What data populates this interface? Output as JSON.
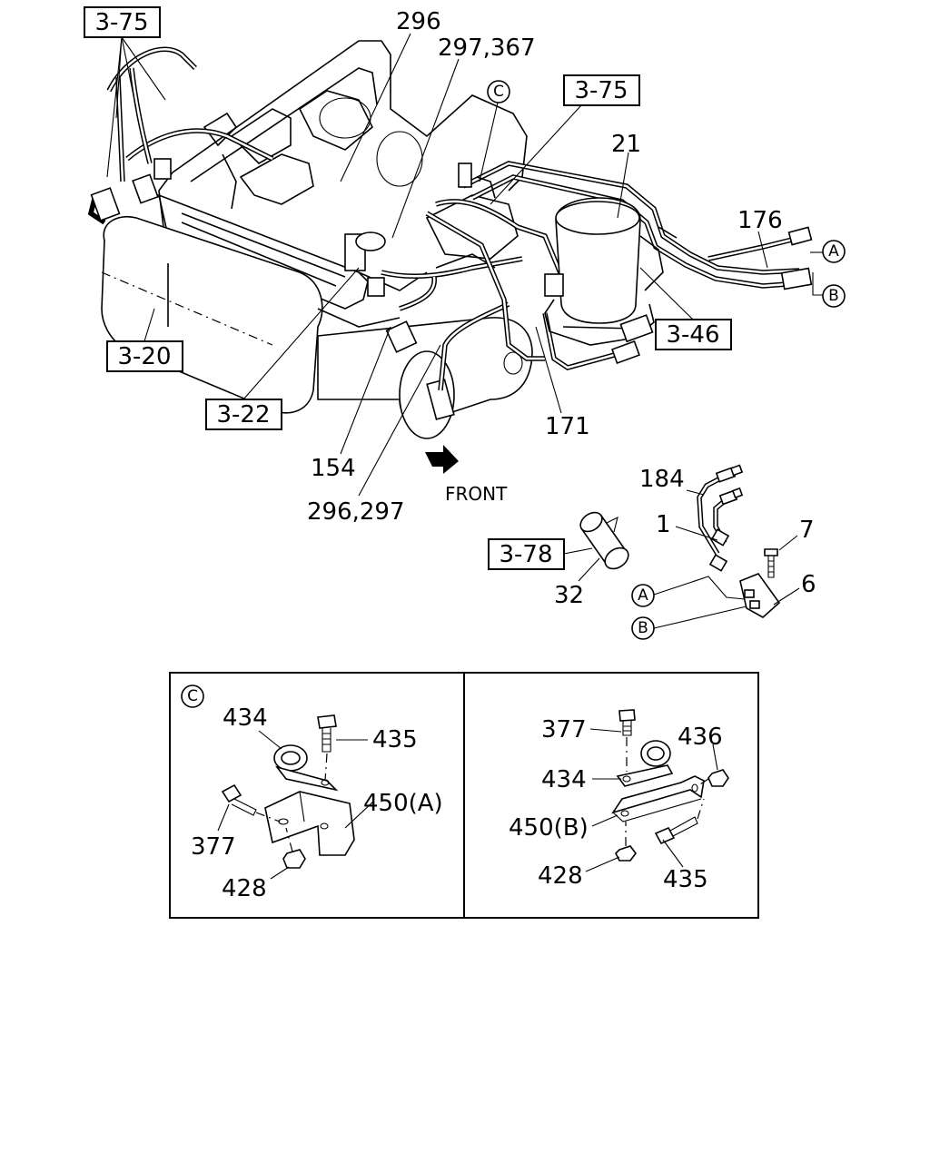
{
  "callouts": {
    "ref_3_75_a": "3-75",
    "ref_3_75_b": "3-75",
    "ref_3_20": "3-20",
    "ref_3_22": "3-22",
    "ref_3_46": "3-46",
    "ref_3_78": "3-78",
    "p296": "296",
    "p297_367": "297,367",
    "p21": "21",
    "p176": "176",
    "p171": "171",
    "p154": "154",
    "p296_297": "296,297",
    "p184": "184",
    "p1": "1",
    "p7": "7",
    "p6": "6",
    "p32": "32",
    "front": "FRONT"
  },
  "markers": {
    "c": "C",
    "a": "A",
    "b": "B"
  },
  "detail_left": {
    "marker": "C",
    "p434": "434",
    "p435": "435",
    "p450a": "450(A)",
    "p377": "377",
    "p428": "428"
  },
  "detail_right": {
    "p377": "377",
    "p436": "436",
    "p434": "434",
    "p450b": "450(B)",
    "p428": "428",
    "p435": "435"
  }
}
